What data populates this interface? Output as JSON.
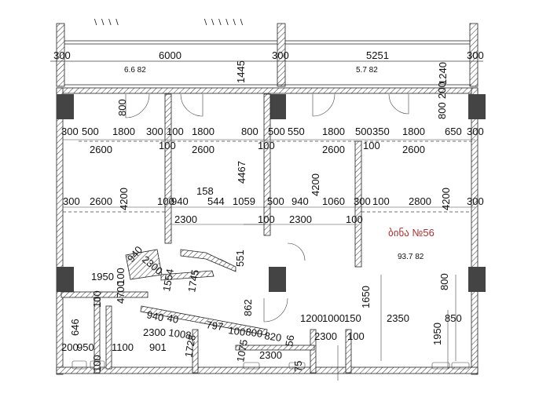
{
  "apartment": {
    "title": "ბინა №56",
    "area_main": "93.7 82",
    "balcony_left_area": "6.6 82",
    "balcony_right_area": "5.7 82",
    "title_color": "#b03030"
  },
  "dimensions": {
    "top": [
      "300",
      "6000",
      "1445",
      "300",
      "5251",
      "1240",
      "300"
    ],
    "row1": [
      "800",
      "300",
      "500",
      "1800",
      "300",
      "100",
      "1800",
      "800",
      "500",
      "550",
      "1800",
      "500",
      "350",
      "1800",
      "800",
      "200",
      "650",
      "300"
    ],
    "row2": [
      "2600",
      "100",
      "2600",
      "100",
      "2600",
      "100",
      "2600"
    ],
    "row3": [
      "300",
      "2600",
      "4200",
      "100",
      "940",
      "158",
      "544",
      "1059",
      "4467",
      "500",
      "940",
      "4200",
      "1060",
      "300",
      "100",
      "2800",
      "4200",
      "300"
    ],
    "row4": [
      "2300",
      "100",
      "2300",
      "100"
    ],
    "middle": [
      "940",
      "2300",
      "1554",
      "1745",
      "551",
      "1950",
      "100",
      "4700",
      "862",
      "1650",
      "800"
    ],
    "bottom": [
      "100",
      "646",
      "940",
      "40",
      "797",
      "100",
      "800",
      "820",
      "1200",
      "1000",
      "150",
      "2350",
      "850",
      "2300",
      "100",
      "1008",
      "2300",
      "1728",
      "1075",
      "2300",
      "56",
      "1950",
      "200",
      "950",
      "1100",
      "901",
      "100",
      "75"
    ]
  }
}
